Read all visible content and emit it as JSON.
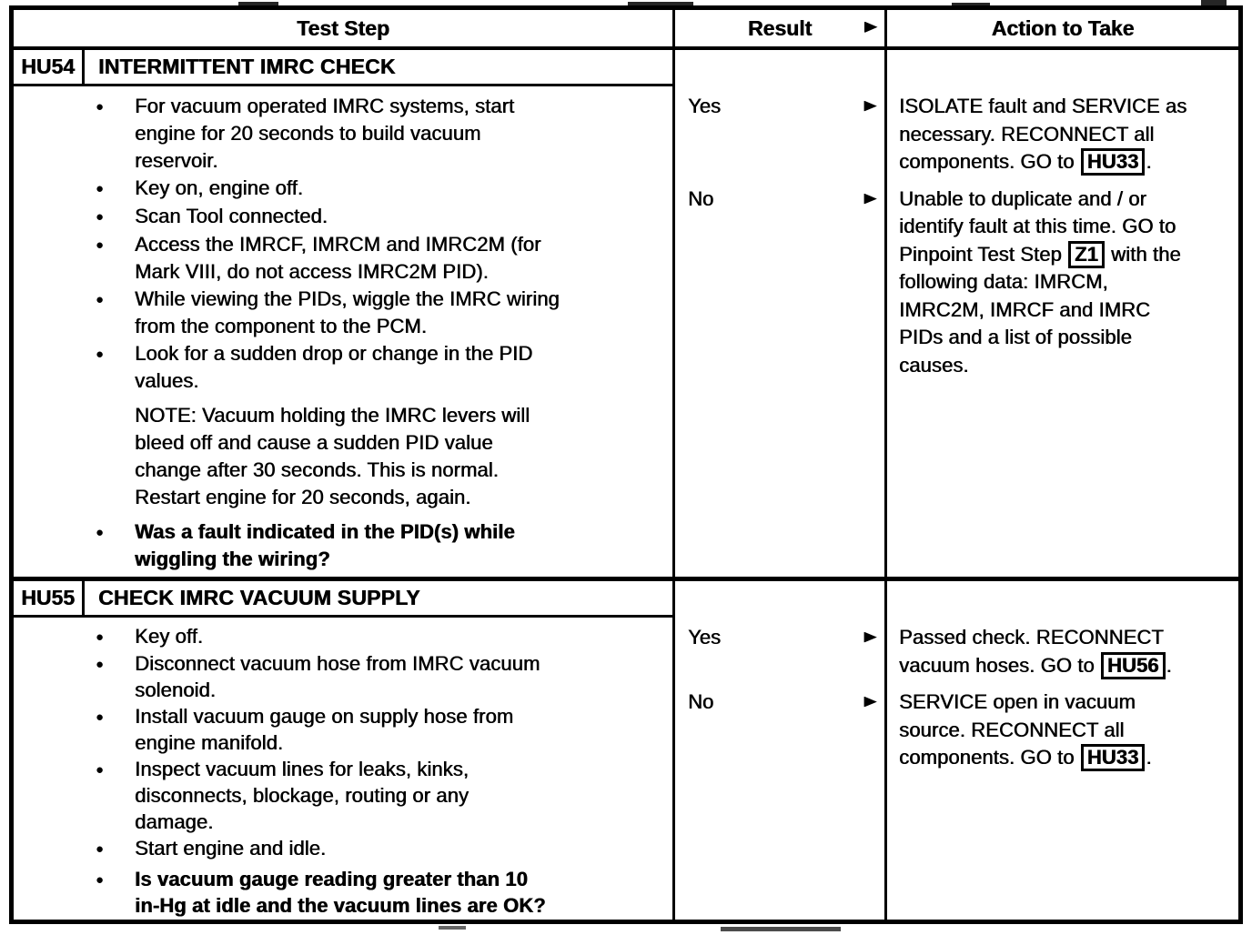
{
  "icons": {
    "arrow": "►",
    "bullet": "●"
  },
  "header": {
    "col_test_step": "Test Step",
    "col_result": "Result",
    "col_action": "Action to Take"
  },
  "sections": [
    {
      "id": "HU54",
      "title": "INTERMITTENT IMRC CHECK",
      "steps": [
        "For vacuum operated IMRC systems, start\nengine for 20 seconds to build vacuum\nreservoir.",
        "Key on, engine off.",
        "Scan Tool connected.",
        "Access the IMRCF, IMRCM and IMRC2M (for\nMark VIII, do not access IMRC2M PID).",
        "While viewing the PIDs, wiggle the IMRC wiring\nfrom the component to the PCM.",
        "Look for a sudden drop or change in the PID\nvalues."
      ],
      "note": "NOTE: Vacuum holding the IMRC levers will\nbleed off and cause a sudden PID value\nchange after 30 seconds. This is normal.\nRestart engine for 20 seconds, again.",
      "question": "Was a fault indicated in the PID(s) while\nwiggling the wiring?",
      "outcomes": [
        {
          "result": "Yes",
          "action_pre": "ISOLATE fault and SERVICE as\nnecessary. RECONNECT all\ncomponents. GO to ",
          "action_box": "HU33",
          "action_post": "."
        },
        {
          "result": "No",
          "action_pre": "Unable to duplicate and / or\nidentify fault at this time. GO to\nPinpoint Test Step ",
          "action_box": "Z1",
          "action_post": " with the\nfollowing data: IMRCM,\nIMRC2M, IMRCF and IMRC\nPIDs and a list of possible\ncauses."
        }
      ]
    },
    {
      "id": "HU55",
      "title": "CHECK IMRC VACUUM SUPPLY",
      "steps": [
        "Key off.",
        "Disconnect vacuum hose from IMRC vacuum\nsolenoid.",
        "Install vacuum gauge on supply hose from\nengine manifold.",
        "Inspect vacuum lines for leaks, kinks,\ndisconnects, blockage, routing or any\ndamage.",
        "Start engine and idle."
      ],
      "question": "Is vacuum gauge reading greater than 10\nin-Hg at idle and the vacuum lines are OK?",
      "outcomes": [
        {
          "result": "Yes",
          "action_pre": "Passed check. RECONNECT\nvacuum hoses. GO to ",
          "action_box": "HU56",
          "action_post": "."
        },
        {
          "result": "No",
          "action_pre": "SERVICE open in vacuum\nsource. RECONNECT all\ncomponents. GO to ",
          "action_box": "HU33",
          "action_post": "."
        }
      ]
    }
  ]
}
